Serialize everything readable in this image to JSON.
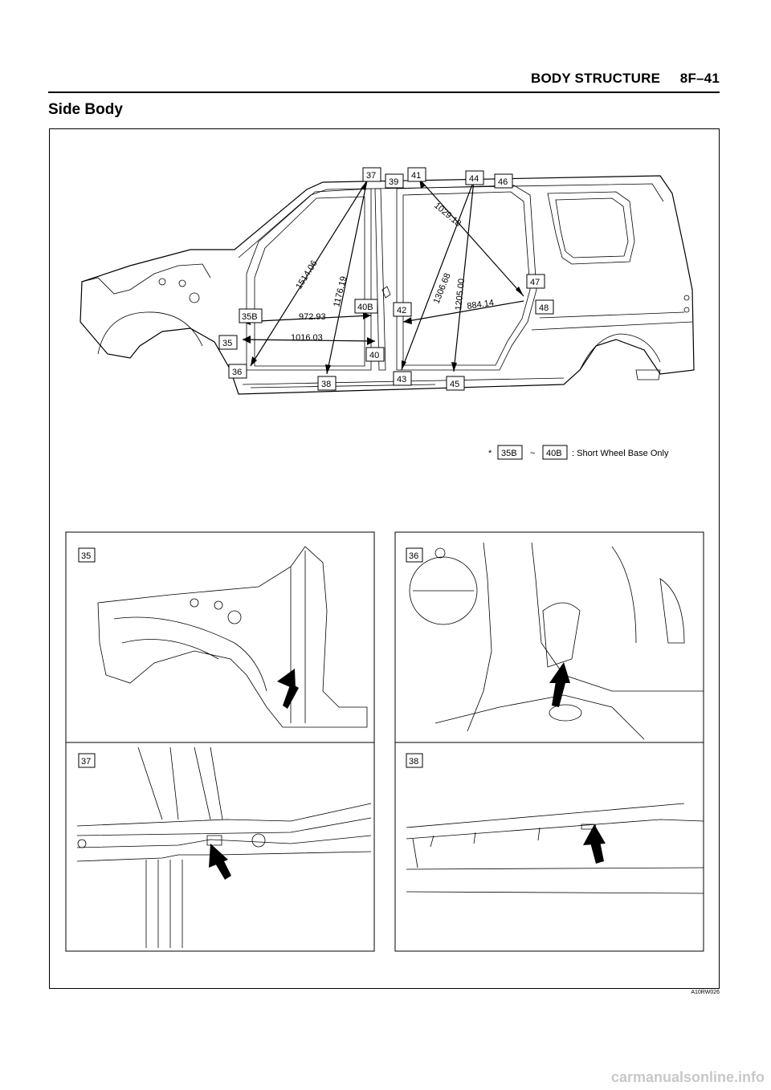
{
  "header": {
    "title": "BODY STRUCTURE     8F–41"
  },
  "section": {
    "title": "Side Body"
  },
  "diagram": {
    "point_labels": [
      "37",
      "39",
      "41",
      "44",
      "46",
      "47",
      "48",
      "35B",
      "40B",
      "42",
      "35",
      "40",
      "36",
      "38",
      "43",
      "45"
    ],
    "dimensions": [
      "1514.06",
      "1176.19",
      "972.93",
      "1016.03",
      "1029.18",
      "1306.68",
      "1205.00",
      "884.14"
    ],
    "note": {
      "prefix": "*",
      "from": "35B",
      "tilde": "~",
      "to": "40B",
      "text": ": Short Wheel Base Only"
    }
  },
  "detail_views": [
    {
      "label": "35"
    },
    {
      "label": "36"
    },
    {
      "label": "37"
    },
    {
      "label": "38"
    }
  ],
  "figure_code": "A10RW026",
  "watermark": "carmanualsonline.info"
}
